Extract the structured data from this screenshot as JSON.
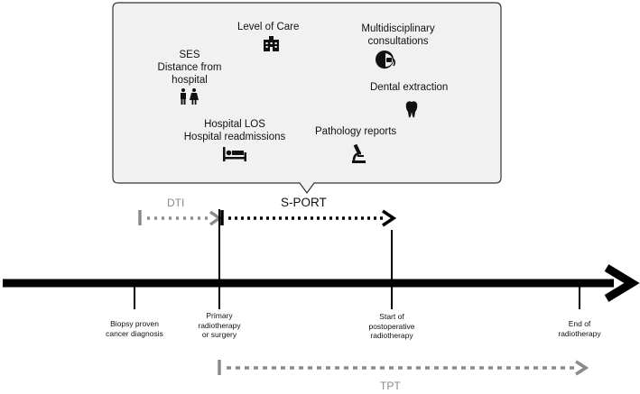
{
  "callout": {
    "factors": {
      "level_of_care": "Level of Care",
      "multidisciplinary": "Multidisciplinary\nconsultations",
      "ses": "SES\nDistance from\nhospital",
      "dental": "Dental extraction",
      "hospital_los": "Hospital LOS\nHospital readmissions",
      "pathology": "Pathology reports"
    },
    "icons": {
      "level_of_care": "hospital-building-icon",
      "multidisciplinary": "doctor-consultation-icon",
      "ses": "man-woman-icon",
      "dental": "tooth-icon",
      "hospital_los": "hospital-bed-icon",
      "pathology": "microscope-icon"
    }
  },
  "intervals": {
    "dti": "DTI",
    "sport": "S-PORT",
    "tpt": "TPT"
  },
  "milestones": {
    "biopsy": "Biopsy proven\ncancer diagnosis",
    "primary": "Primary\nradiotherapy\nor surgery",
    "start_postop": "Start of\npostoperative\nradiotherapy",
    "end_rt": "End of\nradiotherapy"
  },
  "colors": {
    "timeline": "#000000",
    "grey_interval": "#8a8a8a",
    "callout_fill": "#f1f1f1",
    "callout_stroke": "#333333"
  }
}
